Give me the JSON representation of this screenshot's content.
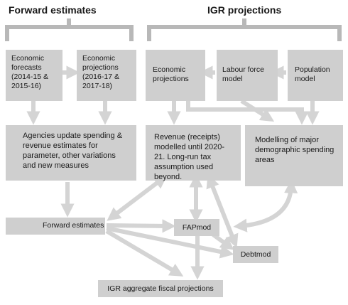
{
  "headings": {
    "forward": "Forward estimates",
    "igr": "IGR projections"
  },
  "boxes": {
    "economic_forecasts": "Economic forecasts (2014-15 & 2015-16)",
    "economic_projections_fe": "Economic projections (2016-17 & 2017-18)",
    "economic_projections_igr": "Economic projections",
    "labour_force_model": "Labour force model",
    "population_model": "Population model",
    "agencies_update": "Agencies update spending & revenue estimates for parameter, other variations and new measures",
    "revenue_receipts": "Revenue (receipts) modelled until 2020-21. Long-run tax assumption used beyond.",
    "modelling_demographic": "Modelling of major demographic spending areas",
    "forward_estimates": "Forward estimates",
    "fapmod": "FAPmod",
    "debtmod": "Debtmod",
    "igr_aggregate": "IGR aggregate fiscal projections"
  },
  "colors": {
    "box_fill": "#cfcfcf",
    "arrow_fill": "#d4d4d4",
    "bracket": "#b8b8b8",
    "text": "#1a1a1a"
  }
}
